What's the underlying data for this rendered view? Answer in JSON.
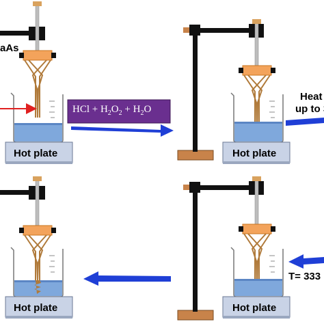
{
  "panels": {
    "top_left": {
      "hot_plate_label": "Hot plate",
      "sample_label": "aAs"
    },
    "top_right": {
      "hot_plate_label": "Hot plate",
      "step_label_line1": "Heat",
      "step_label_line2": "up to 3"
    },
    "bottom_left": {
      "hot_plate_label": "Hot plate"
    },
    "bottom_right": {
      "hot_plate_label": "Hot plate",
      "temperature_label": "T= 333"
    }
  },
  "etchant": {
    "p1": "HCl + H",
    "s1": "2",
    "p2": "O",
    "s2": "2",
    "p3": " + H",
    "s3": "2",
    "p4": "O"
  },
  "colors": {
    "arrow_blue": "#1f3fd6",
    "clamp_orange": "#f3a35b",
    "stand_black": "#111111",
    "base_brown": "#c8834a",
    "liquid_blue": "#7fa8dc",
    "hot_plate_gray": "#c9d3e6",
    "label_purple": "#6a2f8f",
    "pointer_red": "#e02020"
  }
}
